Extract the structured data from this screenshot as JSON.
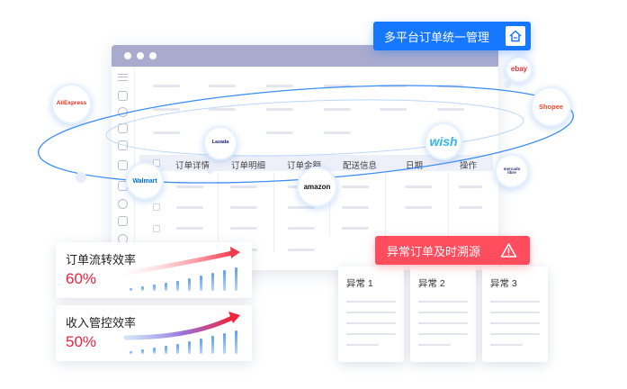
{
  "platform_banner": {
    "label": "多平台订单统一管理",
    "icon": "home-icon",
    "color": "#1677ff"
  },
  "table": {
    "headers": [
      "订单详情",
      "订单明细",
      "订单金额",
      "配送信息",
      "日期",
      "操作"
    ]
  },
  "platforms": [
    {
      "id": "aliexpress",
      "label": "AliExpress",
      "color": "#e43225"
    },
    {
      "id": "lazada",
      "label": "Lazada",
      "color": "#1a1a8c"
    },
    {
      "id": "wish",
      "label": "wish",
      "color": "#2fb7ec"
    },
    {
      "id": "ebay",
      "label": "ebay",
      "color": "#333333"
    },
    {
      "id": "shopee",
      "label": "Shopee",
      "color": "#ee4d2d"
    },
    {
      "id": "mercado",
      "label": "mercado libre",
      "color": "#2d3277"
    },
    {
      "id": "walmart",
      "label": "Walmart",
      "color": "#0071ce"
    },
    {
      "id": "amazon",
      "label": "amazon",
      "color": "#111111"
    }
  ],
  "efficiency": [
    {
      "label": "订单流转效率",
      "value": "60%"
    },
    {
      "label": "收入管控效率",
      "value": "50%"
    }
  ],
  "exception_banner": {
    "label": "异常订单及时溯源",
    "icon": "warning-icon",
    "color": "#ff4d5e"
  },
  "exceptions": [
    {
      "label": "异常 1"
    },
    {
      "label": "异常 2"
    },
    {
      "label": "异常 3"
    }
  ],
  "accent_color": "#f0233a"
}
